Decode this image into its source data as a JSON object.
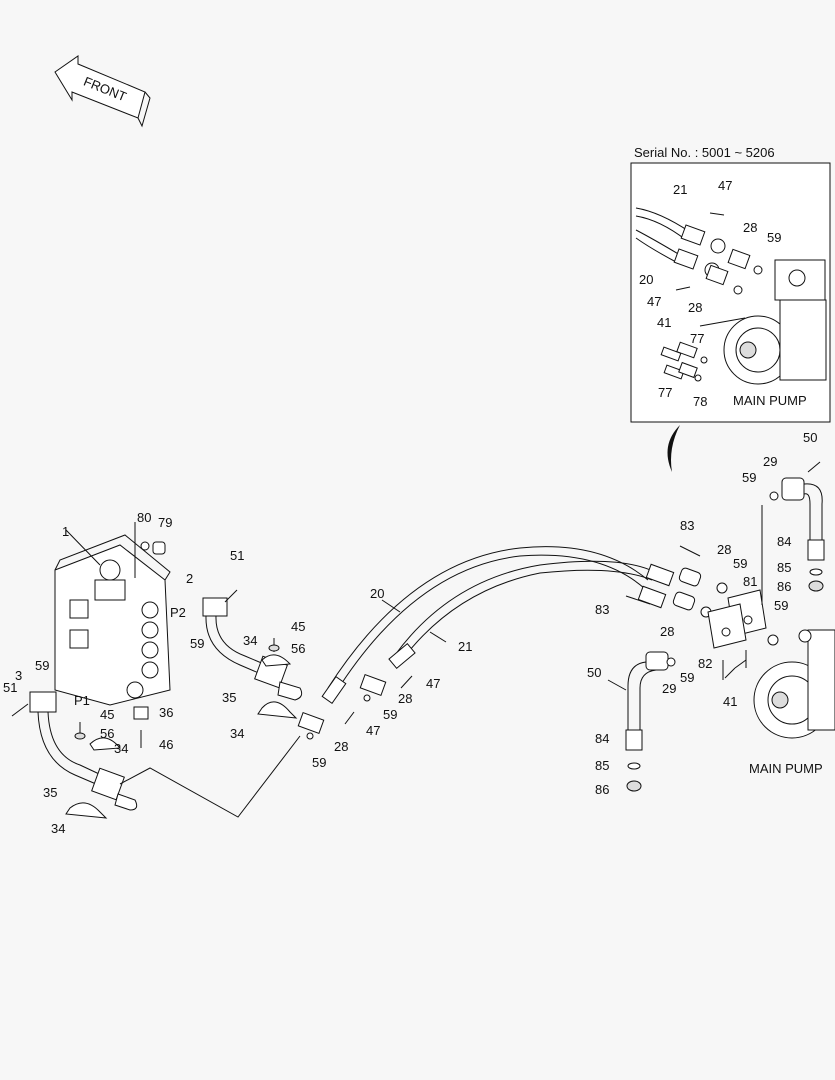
{
  "front_label": "FRONT",
  "inset": {
    "serial": "Serial No. : 5001 ~ 5206",
    "pump_label": "MAIN PUMP",
    "labels": {
      "l21": "21",
      "l47a": "47",
      "l28a": "28",
      "l59": "59",
      "l20": "20",
      "l47b": "47",
      "l28b": "28",
      "l41": "41",
      "l77a": "77",
      "l77b": "77",
      "l78": "78"
    }
  },
  "main_pump_label": "MAIN PUMP",
  "labels": {
    "l1": "1",
    "l80": "80",
    "l79": "79",
    "l2": "2",
    "l51a": "51",
    "p2": "P2",
    "l59a": "59",
    "l45a": "45",
    "l34a": "34",
    "l56a": "56",
    "l35a": "35",
    "l34b": "34",
    "l3": "3",
    "l51b": "51",
    "l59b": "59",
    "p1": "P1",
    "l45b": "45",
    "l56b": "56",
    "l34c": "34",
    "l36": "36",
    "l46": "46",
    "l35b": "35",
    "l34d": "34",
    "l20": "20",
    "l21": "21",
    "l47a": "47",
    "l28a": "28",
    "l59c": "59",
    "l47b": "47",
    "l28b": "28",
    "l59d": "59",
    "l83a": "83",
    "l28c": "28",
    "l59e": "59",
    "l81": "81",
    "l83b": "83",
    "l28d": "28",
    "l59f": "59",
    "l82": "82",
    "l41": "41",
    "l50a": "50",
    "l29a": "29",
    "l59g": "59",
    "l50b": "50",
    "l29b": "29",
    "l59h": "59",
    "l84a": "84",
    "l85a": "85",
    "l86a": "86",
    "l84b": "84",
    "l85b": "85",
    "l86b": "86"
  }
}
